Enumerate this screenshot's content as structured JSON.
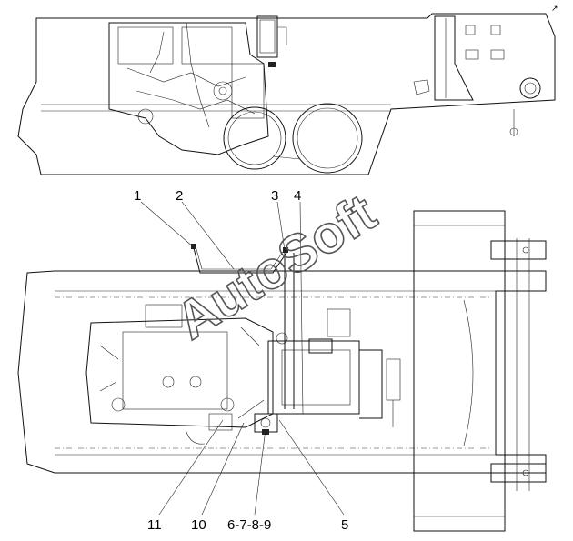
{
  "watermark": "AutoSoft",
  "corner_mark": "↗",
  "callouts": [
    {
      "id": "1",
      "label": "1"
    },
    {
      "id": "2",
      "label": "2"
    },
    {
      "id": "3",
      "label": "3"
    },
    {
      "id": "4",
      "label": "4"
    },
    {
      "id": "5",
      "label": "5"
    },
    {
      "id": "6-7-8-9",
      "label": "6-7-8-9"
    },
    {
      "id": "10",
      "label": "10"
    },
    {
      "id": "11",
      "label": "11"
    }
  ]
}
